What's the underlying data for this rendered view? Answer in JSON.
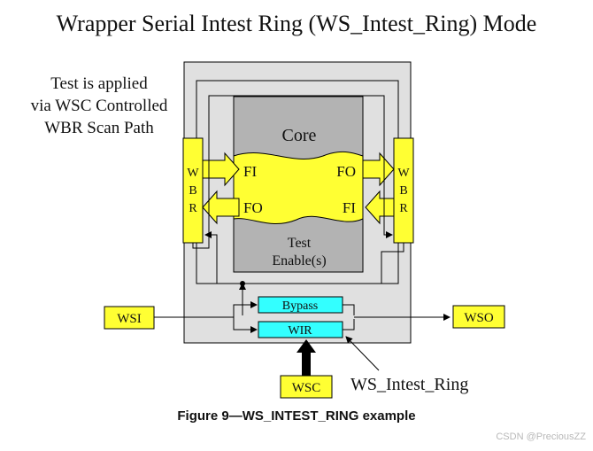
{
  "title": "Wrapper Serial Intest Ring (WS_Intest_Ring) Mode",
  "note": [
    "Test is applied",
    "via WSC Controlled",
    "WBR Scan Path"
  ],
  "core": {
    "label": "Core",
    "fi": "FI",
    "fo": "FO",
    "test_enable": [
      "Test",
      "Enable(s)"
    ]
  },
  "wbr": [
    "W",
    "B",
    "R"
  ],
  "bypass_label": "Bypass",
  "wir_label": "WIR",
  "wsi_label": "WSI",
  "wso_label": "WSO",
  "wsc_label": "WSC",
  "mode_label": "WS_Intest_Ring",
  "caption": "Figure 9—WS_INTEST_RING example",
  "watermark": "CSDN @PreciousZZ",
  "colors": {
    "wrapper_fill": "#e0e0e0",
    "core_fill": "#b3b3b3",
    "yellow": "#ffff33",
    "cyan": "#33ffff",
    "line": "#000000"
  }
}
